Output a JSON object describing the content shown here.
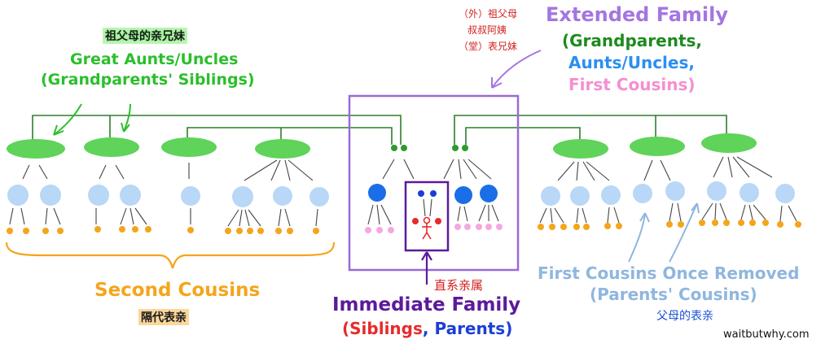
{
  "colors": {
    "grandparent": "#5fd35a",
    "aunt_uncle": "#b9d7f7",
    "cousin_once_removed": "#b9d7f7",
    "parent_sibling": "#1a6ee8",
    "parent": "#1a3fd6",
    "self": "#e82a2a",
    "sibling": "#e82a2a",
    "first_cousin": "#f4a8e0",
    "second_cousin": "#f4a51b",
    "tree_line": "#2e7d2e",
    "extended_box": "#9a6ad6",
    "immediate_box": "#5b1a9c",
    "great_aunts": "#2bbf2b",
    "extended_title": "#a476e0",
    "grandparents_text": "#1f8a1f",
    "aunts_text": "#2b8ff0",
    "first_cousins_text": "#f48fd0",
    "second_cousins_text": "#f4a51b",
    "immediate_text": "#5b1a9c",
    "siblings_text": "#e82a2a",
    "parents_text": "#1a3fd6",
    "removed_text": "#8fb6de",
    "chinese_red": "#d42020",
    "chinese_blue": "#1a4fd6"
  },
  "labels": {
    "great_aunts_cn": "祖父母的亲兄妹",
    "great_aunts_line1": "Great Aunts/Uncles",
    "great_aunts_line2": "(Grandparents' Siblings)",
    "extended_cn_line1": "（外）祖父母",
    "extended_cn_line2": "叔叔阿姨",
    "extended_cn_line3": "（堂）表兄妹",
    "extended_title": "Extended Family",
    "extended_line2": "(Grandparents,",
    "extended_line3": "Aunts/Uncles,",
    "extended_line4": "First Cousins)",
    "second_cousins": "Second Cousins",
    "second_cousins_cn": "隔代表亲",
    "immediate_cn": "直系亲属",
    "immediate_title": "Immediate Family",
    "immediate_open": "(",
    "immediate_siblings": "Siblings",
    "immediate_comma": ", ",
    "immediate_parents": "Parents",
    "immediate_close": ")",
    "removed_line1": "First Cousins Once Removed",
    "removed_line2": "(Parents' Cousins)",
    "removed_cn": "父母的表亲",
    "watermark": "waitbutwhy.com"
  },
  "icons": {
    "person": "stick-figure-icon",
    "arrow": "arrow-icon",
    "brace": "curly-brace-icon"
  }
}
